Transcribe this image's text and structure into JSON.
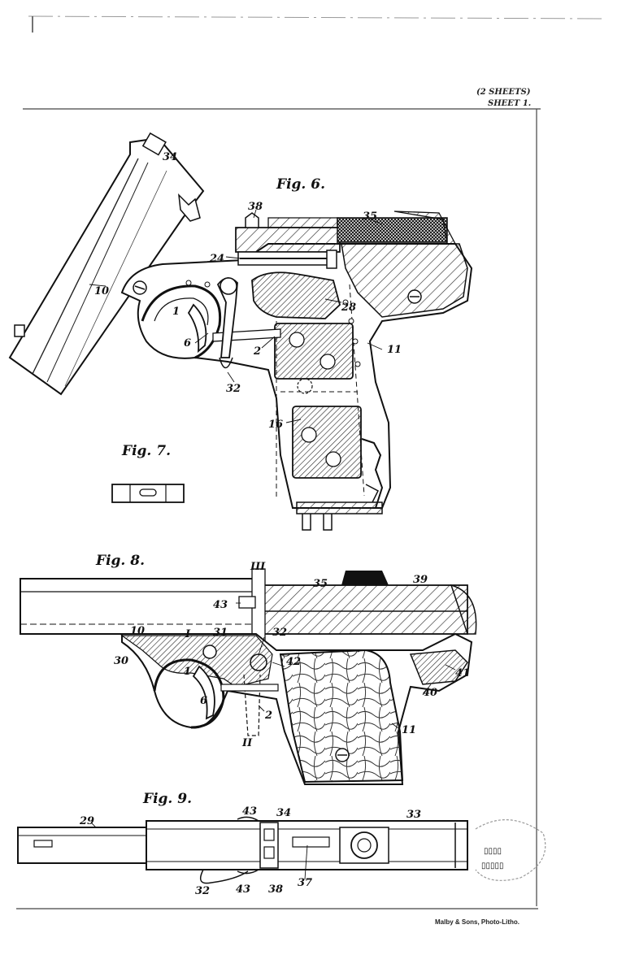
{
  "header": {
    "sheets": "(2 SHEETS)",
    "sheet": "SHEET 1."
  },
  "credit": "Malby & Sons, Photo-Litho.",
  "figures": {
    "fig6": {
      "title": "Fig. 6.",
      "labels": {
        "l34": "34",
        "l38": "38",
        "l35": "35",
        "l24": "24",
        "l10": "10",
        "l1": "1",
        "l28": "28",
        "l6": "6",
        "l2": "2",
        "l11": "11",
        "l32": "32",
        "l16": "16"
      }
    },
    "fig7": {
      "title": "Fig. 7."
    },
    "fig8": {
      "title": "Fig. 8.",
      "labels": {
        "l3": "III",
        "l35": "35",
        "l39": "39",
        "l43": "43",
        "l10": "10",
        "lI": "I",
        "l31": "31",
        "l32": "32",
        "l30": "30",
        "l42": "42",
        "l41": "41",
        "l1": "1",
        "l40": "40",
        "l6": "6",
        "l2": "2",
        "l11": "11",
        "lII": "II"
      }
    },
    "fig9": {
      "title": "Fig. 9.",
      "labels": {
        "l43a": "43",
        "l29": "29",
        "l34": "34",
        "l33": "33",
        "l37": "37",
        "l32": "32",
        "l43b": "43",
        "l38": "38"
      }
    }
  }
}
